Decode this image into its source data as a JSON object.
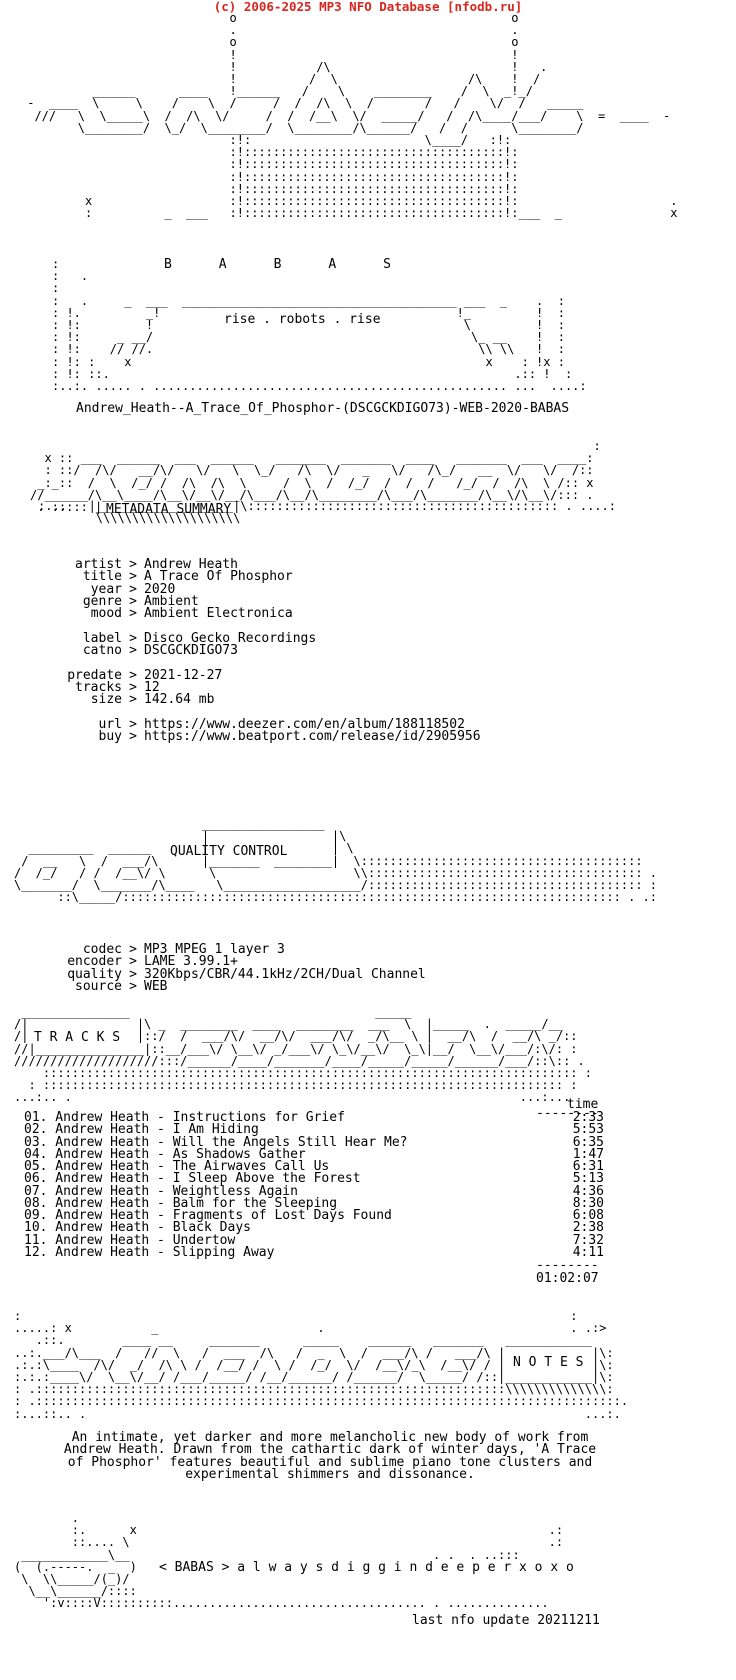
{
  "banner": "(c) 2006-2025 MP3 NFO Database [nfodb.ru]",
  "header": {
    "group_letters": "B      A      B      A      S",
    "tagline": "rise . robots . rise"
  },
  "release_name": "Andrew_Heath--A_Trace_Of_Phosphor-(DSCGCKDIGO73)-WEB-2020-BABAS",
  "metadata": {
    "section_title": "METADATA SUMMARY",
    "artist_key": "artist",
    "artist": "Andrew Heath",
    "title_key": "title",
    "title": "A Trace Of Phosphor",
    "year_key": "year",
    "year": "2020",
    "genre_key": "genre",
    "genre": "Ambient",
    "mood_key": "mood",
    "mood": "Ambient Electronica",
    "label_key": "label",
    "label": "Disco Gecko Recordings",
    "catno_key": "catno",
    "catno": "DSCGCKDIGO73",
    "predate_key": "predate",
    "predate": "2021-12-27",
    "tracks_key": "tracks",
    "tracks": "12",
    "size_key": "size",
    "size": "142.64 mb",
    "url_key": "url",
    "url": "https://www.deezer.com/en/album/188118502",
    "buy_key": "buy",
    "buy": "https://www.beatport.com/release/id/2905956"
  },
  "quality": {
    "section_title": "QUALITY CONTROL",
    "codec_key": "codec",
    "codec": "MP3 MPEG 1 layer 3",
    "encoder_key": "encoder",
    "encoder": "LAME 3.99.1+",
    "quality_key": "quality",
    "quality": "320Kbps/CBR/44.1kHz/2CH/Dual Channel",
    "source_key": "source",
    "source": "WEB"
  },
  "tracklist": {
    "section_title": "T R A C K S",
    "time_header": "time",
    "items": [
      {
        "name": "01. Andrew Heath - Instructions for Grief",
        "time": "2:33"
      },
      {
        "name": "02. Andrew Heath - I Am Hiding",
        "time": "5:53"
      },
      {
        "name": "03. Andrew Heath - Will the Angels Still Hear Me?",
        "time": "6:35"
      },
      {
        "name": "04. Andrew Heath - As Shadows Gather",
        "time": "1:47"
      },
      {
        "name": "05. Andrew Heath - The Airwaves Call Us",
        "time": "6:31"
      },
      {
        "name": "06. Andrew Heath - I Sleep Above the Forest",
        "time": "5:13"
      },
      {
        "name": "07. Andrew Heath - Weightless Again",
        "time": "4:36"
      },
      {
        "name": "08. Andrew Heath - Balm for the Sleeping",
        "time": "8:30"
      },
      {
        "name": "09. Andrew Heath - Fragments of Lost Days Found",
        "time": "6:08"
      },
      {
        "name": "10. Andrew Heath - Black Days",
        "time": "2:38"
      },
      {
        "name": "11. Andrew Heath - Undertow",
        "time": "7:32"
      },
      {
        "name": "12. Andrew Heath - Slipping Away",
        "time": "4:11"
      }
    ],
    "total_time": "01:02:07"
  },
  "notes": {
    "section_title": "N O T E S",
    "lines": [
      "An intimate, yet darker and more melancholic new body of work from",
      "Andrew Heath. Drawn from the cathartic dark of winter days, 'A Trace",
      "of Phosphor' features beautiful and sublime piano tone clusters and",
      "experimental shimmers and dissonance."
    ]
  },
  "footer": {
    "motto": "< BABAS > a l w a y s d i g g i n d e e p e r x o x o",
    "last_update": "last nfo update 20211211"
  }
}
